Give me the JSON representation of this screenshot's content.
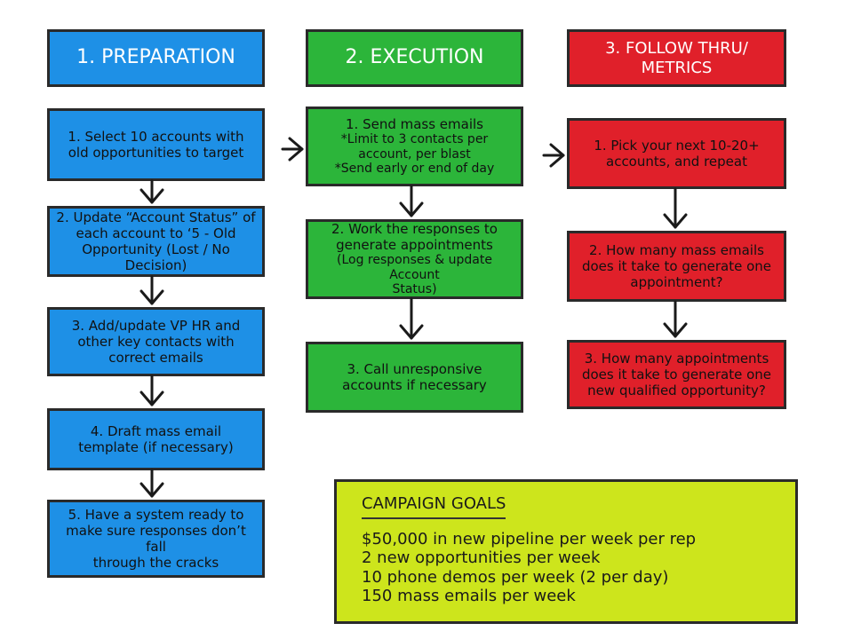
{
  "columns": [
    {
      "header": "1. PREPARATION",
      "steps": [
        {
          "lines": [
            "1. Select 10 accounts with",
            "old opportunities to target"
          ]
        },
        {
          "lines": [
            "2. Update “Account Status” of",
            "each account to ‘5 - Old",
            "Opportunity (Lost / No Decision)"
          ]
        },
        {
          "lines": [
            "3. Add/update VP HR and",
            "other key contacts with",
            "correct emails"
          ]
        },
        {
          "lines": [
            "4. Draft mass email",
            "template (if necessary)"
          ]
        },
        {
          "lines": [
            "5. Have a system ready to",
            "make sure responses don’t fall",
            "through the cracks"
          ]
        }
      ]
    },
    {
      "header": "2. EXECUTION",
      "steps": [
        {
          "lines": [
            "1. Send mass emails",
            "*Limit to 3 contacts per",
            "account, per blast",
            "*Send early or end of day"
          ]
        },
        {
          "lines": [
            "2. Work the responses to",
            "generate appointments",
            "(Log responses & update Account",
            "Status)"
          ]
        },
        {
          "lines": [
            "3. Call unresponsive",
            "accounts if necessary"
          ]
        }
      ]
    },
    {
      "header_lines": [
        "3. FOLLOW THRU/",
        "METRICS"
      ],
      "steps": [
        {
          "lines": [
            "1. Pick your next 10-20+",
            "accounts, and repeat"
          ]
        },
        {
          "lines": [
            "2. How many mass emails",
            "does it take to generate one",
            "appointment?"
          ]
        },
        {
          "lines": [
            "3. How many appointments",
            "does it take to generate one",
            "new qualified opportunity?"
          ]
        }
      ]
    }
  ],
  "goals": {
    "title": "CAMPAIGN GOALS",
    "items": [
      "$50,000 in new pipeline per week per rep",
      "2 new opportunities per week",
      "10 phone demos per week (2 per day)",
      "150 mass emails per week"
    ]
  },
  "colors": {
    "preparation": "#1e90e6",
    "execution": "#2cb53a",
    "follow_thru": "#e0202a",
    "goals": "#cde51c"
  }
}
